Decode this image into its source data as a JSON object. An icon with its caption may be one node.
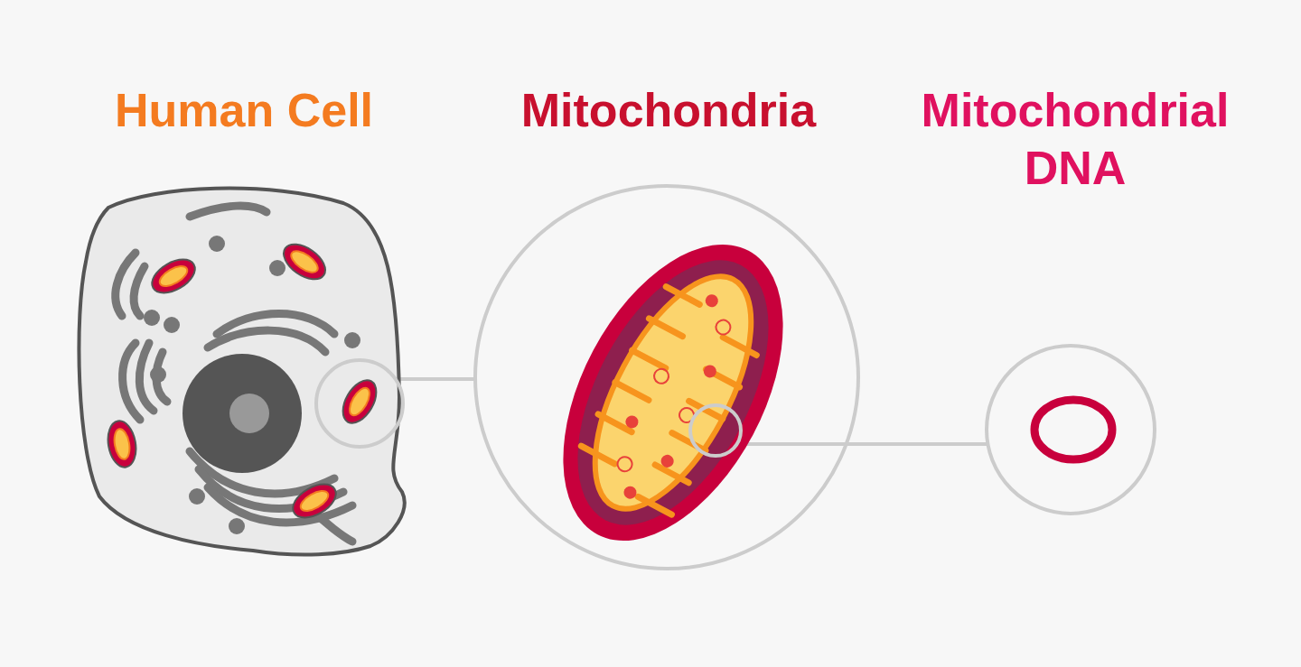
{
  "diagram": {
    "nodes": [
      {
        "text": [
          "Human Cell"
        ]
      },
      {
        "text": [],
        "shape": "circle",
        "in": 0
      },
      {
        "text": [
          "Mitochondria"
        ]
      },
      {
        "text": [],
        "shape": "circle",
        "in": 2
      },
      {
        "text": [
          "Mitochondrial DNA"
        ]
      }
    ],
    "edges": [
      {
        "from": 1,
        "to": 2,
        "arrow": "none"
      },
      {
        "from": 3,
        "to": 4,
        "arrow": "none"
      }
    ]
  }
}
